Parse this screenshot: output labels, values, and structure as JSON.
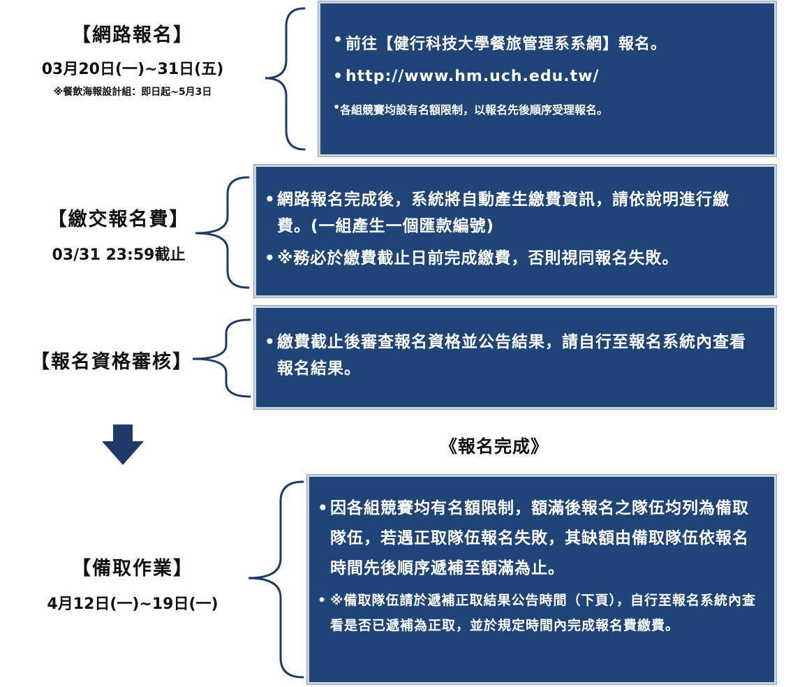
{
  "steps": [
    {
      "title": "【網路報名】",
      "sub": "03月20日(一)~31日(五)",
      "note": "※餐飲海報設計組：即日起~5月3日",
      "items": [
        "前往【健行科技大學餐旅管理系系網】報名。",
        "http://www.hm.uch.edu.tw/",
        "各組競賽均設有名額限制，以報名先後順序受理報名。"
      ]
    },
    {
      "title": "【繳交報名費】",
      "sub": "03/31 23:59截止",
      "items": [
        "網路報名完成後，系統將自動產生繳費資訊，請依說明進行繳費。(一組產生一個匯款編號)",
        "※務必於繳費截止日前完成繳費，否則視同報名失敗。"
      ]
    },
    {
      "title": "【報名資格審核】",
      "items": [
        "繳費截止後審查報名資格並公告結果，請自行至報名系統內查看報名結果。"
      ]
    },
    {
      "title": "【備取作業】",
      "sub": "4月12日(一)~19日(一)",
      "items": [
        "因各組競賽均有名額限制，額滿後報名之隊伍均列為備取隊伍，若遇正取隊伍報名失敗，其缺額由備取隊伍依報名時間先後順序遞補至額滿為止。",
        "※備取隊伍請於遞補正取結果公告時間（下頁），自行至報名系統內查看是否已遞補為正取，並於規定時間內完成報名費繳費。"
      ]
    }
  ],
  "completion": "《報名完成》",
  "icons": {
    "down": "down-arrow-icon"
  },
  "colors": {
    "box": "#1f4478",
    "brace": "#1f3a66"
  }
}
